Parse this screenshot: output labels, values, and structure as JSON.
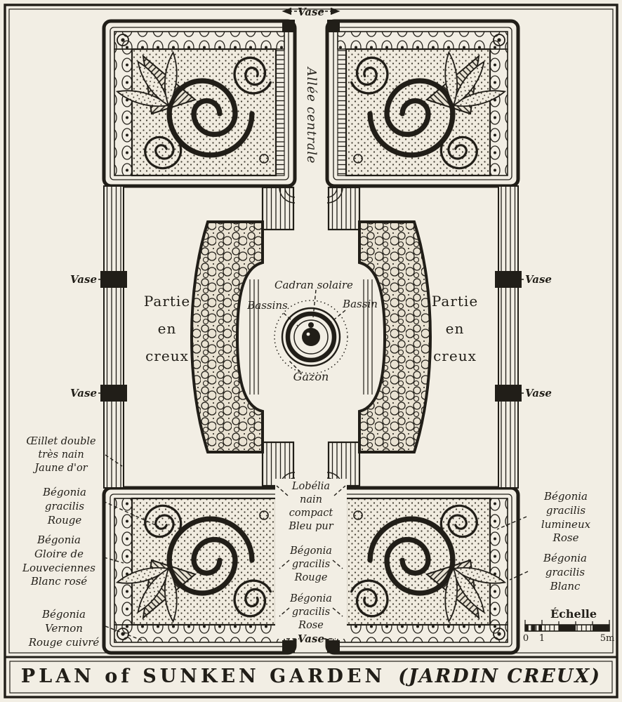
{
  "colors": {
    "ink": "#211e18",
    "paper": "#f2eee4"
  },
  "title": {
    "main": "PLAN of SUNKEN GARDEN",
    "sub": "(JARDIN CREUX)"
  },
  "labels": {
    "vase": "Vase",
    "allee_centrale": "Allée centrale",
    "partie_en_creux": "Partie\nen\ncreux",
    "cadran_solaire": "Cadran solaire",
    "bassins": "Bassins",
    "bassin": "Bassin",
    "gazon": "Gazon",
    "oeillet_double": "Œillet double\ntrès nain\nJaune d'or",
    "begonia_gracilis_rouge": "Bégonia\ngracilis\nRouge",
    "begonia_gloire": "Bégonia\nGloire de\nLouveciennes\nBlanc rosé",
    "begonia_vernon": "Bégonia\nVernon\nRouge cuivré",
    "lobelia": "Lobélia\nnain\ncompact\nBleu pur",
    "begonia_gracilis_rose": "Bégonia\ngracilis\nRose",
    "begonia_lumineux": "Bégonia\ngracilis\nlumineux\nRose",
    "begonia_blanc": "Bégonia\ngracilis\nBlanc",
    "echelle": "Échelle",
    "scale_zero": "0",
    "scale_one": "1",
    "scale_five": "5m"
  }
}
